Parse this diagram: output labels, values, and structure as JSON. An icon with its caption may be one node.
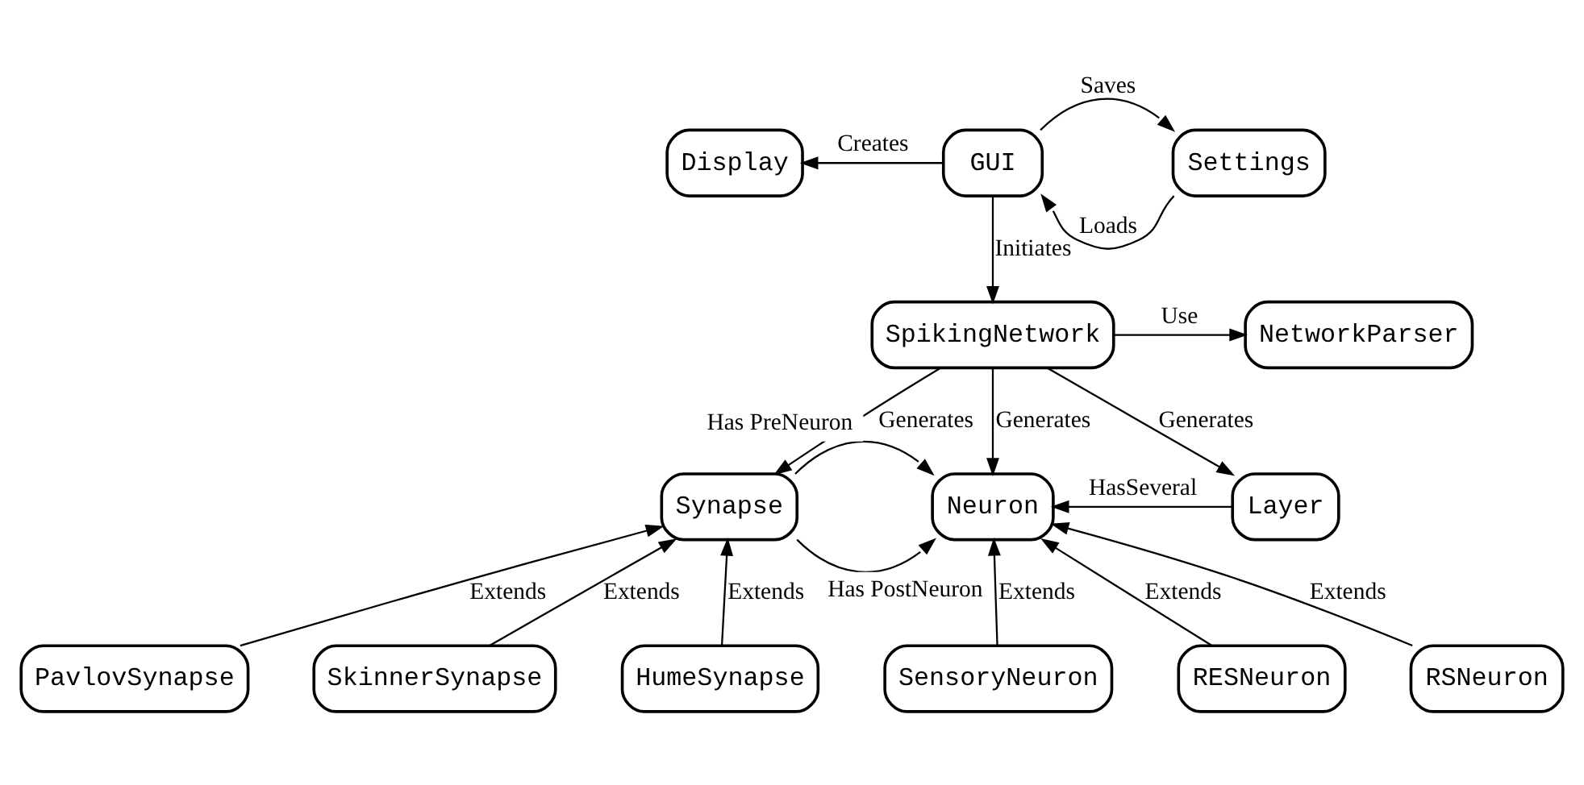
{
  "diagram": {
    "nodes": [
      {
        "text": [
          "Display"
        ]
      },
      {
        "text": [
          "GUI"
        ]
      },
      {
        "text": [
          "Settings"
        ]
      },
      {
        "text": [
          "NetworkParser"
        ]
      },
      {
        "text": [
          "SpikingNetwork"
        ]
      },
      {
        "text": [
          "Synapse"
        ]
      },
      {
        "text": [
          "Neuron"
        ]
      },
      {
        "text": [
          "Layer"
        ]
      },
      {
        "text": [
          "PavlovSynapse"
        ]
      },
      {
        "text": [
          "SkinnerSynapse"
        ]
      },
      {
        "text": [
          "HumeSynapse"
        ]
      },
      {
        "text": [
          "SensoryNeuron"
        ]
      },
      {
        "text": [
          "RESNeuron"
        ]
      },
      {
        "text": [
          "RSNeuron"
        ]
      }
    ],
    "edges": [
      {
        "from": 1,
        "to": 0,
        "arrow": "to",
        "label": "Creates"
      },
      {
        "from": 1,
        "to": 2,
        "arrow": "to",
        "label": "Saves"
      },
      {
        "from": 2,
        "to": 1,
        "arrow": "to",
        "label": "Loads"
      },
      {
        "from": 1,
        "to": 4,
        "arrow": "to",
        "label": "Initiates"
      },
      {
        "from": 4,
        "to": 3,
        "arrow": "to",
        "label": "Use"
      },
      {
        "from": 4,
        "to": 5,
        "arrow": "to",
        "label": "Generates"
      },
      {
        "from": 4,
        "to": 6,
        "arrow": "to",
        "label": "Generates"
      },
      {
        "from": 4,
        "to": 7,
        "arrow": "to",
        "label": "Generates"
      },
      {
        "from": 5,
        "to": 6,
        "arrow": "to",
        "label": "Has PreNeuron"
      },
      {
        "from": 5,
        "to": 6,
        "arrow": "to",
        "label": "Has PostNeuron"
      },
      {
        "from": 7,
        "to": 6,
        "arrow": "to",
        "label": "HasSeveral"
      },
      {
        "from": 8,
        "to": 5,
        "arrow": "to",
        "label": "Extends"
      },
      {
        "from": 9,
        "to": 5,
        "arrow": "to",
        "label": "Extends"
      },
      {
        "from": 10,
        "to": 5,
        "arrow": "to",
        "label": "Extends"
      },
      {
        "from": 11,
        "to": 6,
        "arrow": "to",
        "label": "Extends"
      },
      {
        "from": 12,
        "to": 6,
        "arrow": "to",
        "label": "Extends"
      },
      {
        "from": 13,
        "to": 6,
        "arrow": "to",
        "label": "Extends"
      }
    ]
  }
}
